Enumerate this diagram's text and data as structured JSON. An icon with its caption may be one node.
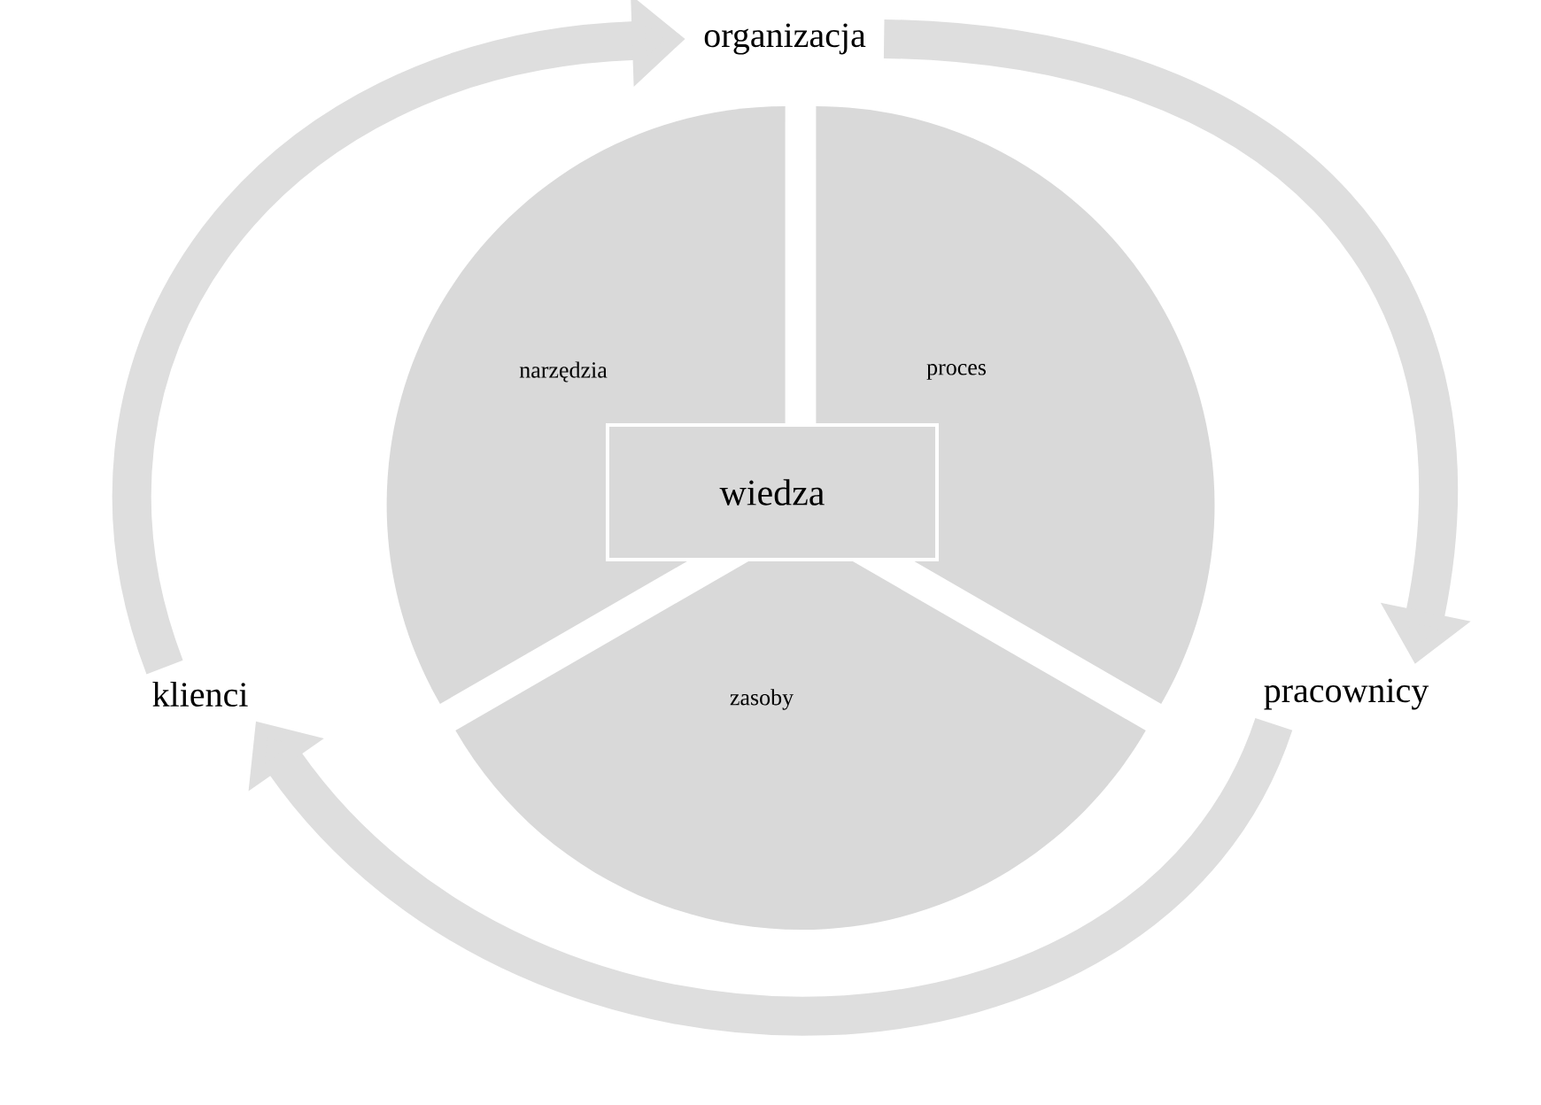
{
  "diagram": {
    "nodes": [
      {
        "text": [
          "organizacja"
        ]
      },
      {
        "text": [
          "narzędzia"
        ]
      },
      {
        "text": [
          "proces"
        ]
      },
      {
        "text": [
          "wiedza"
        ]
      },
      {
        "text": [
          "klienci"
        ]
      },
      {
        "text": [
          "zasoby"
        ]
      },
      {
        "text": [
          "pracownicy"
        ]
      }
    ],
    "edges": [
      {
        "from": 0,
        "to": 6,
        "arrow": "to"
      },
      {
        "from": 6,
        "to": 4,
        "arrow": "to"
      },
      {
        "from": 4,
        "to": 0,
        "arrow": "to"
      }
    ]
  }
}
